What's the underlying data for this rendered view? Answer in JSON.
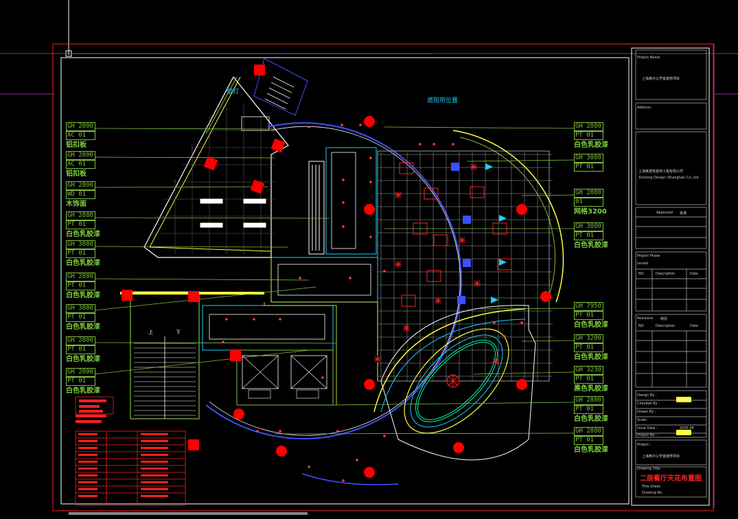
{
  "labels": [
    {
      "code1": "GH 2800",
      "code2": "AC 01",
      "mat": "铝扣板"
    },
    {
      "code1": "GH 2800",
      "code2": "AC 01",
      "mat": "铝扣板"
    },
    {
      "code1": "GH 2800",
      "code2": "WD 01",
      "mat": "木饰面"
    },
    {
      "code1": "GH 2880",
      "code2": "PT 01",
      "mat": "白色乳胶漆"
    },
    {
      "code1": "GH 3080",
      "code2": "PT 01",
      "mat": "白色乳胶漆"
    },
    {
      "code1": "GH 2880",
      "code2": "PT 01",
      "mat": "白色乳胶漆"
    },
    {
      "code1": "GH 3080",
      "code2": "PT 01",
      "mat": "白色乳胶漆"
    },
    {
      "code1": "GH 2800",
      "code2": "PT 01",
      "mat": "白色乳胶漆"
    },
    {
      "code1": "GH 2800",
      "code2": "PT 01",
      "mat": "白色乳胶漆"
    }
  ],
  "right_labels": [
    {
      "code1": "GH 2880",
      "code2": "PT 01",
      "mat": "白色乳胶漆"
    },
    {
      "code1": "GH 3080",
      "code2": "PT 01",
      "mat": ""
    },
    {
      "code1": "GH 2880",
      "code2": "01",
      "mat": "网格3200"
    },
    {
      "code1": "GH 3000",
      "code2": "PT 01",
      "mat": "白色乳胶漆"
    },
    {
      "code1": "GH 7950",
      "code2": "PT 01",
      "mat": "白色乳胶漆"
    },
    {
      "code1": "GH 3200",
      "code2": "PT 01",
      "mat": "白色乳胶漆"
    },
    {
      "code1": "GH 3230",
      "code2": "PT 01",
      "mat": "黑色乳胶漆"
    },
    {
      "code1": "GH 2880",
      "code2": "PT 01",
      "mat": "白色乳胶漆"
    },
    {
      "code1": "GH 2880",
      "code2": "PT 01",
      "mat": "白色乳胶漆"
    }
  ],
  "notes": {
    "wall_lamp": "壁灯",
    "curtain": "遮阳帘位置"
  },
  "stair": {
    "up": "上",
    "down": "下"
  },
  "title_block": {
    "project_name_label": "Project Name",
    "project_name": "上海某办公学室装修项目",
    "address_label": "Address:",
    "company_cn": "上海某建筑装饰工程有限公司",
    "company_en": "Xinhong Design (Shanghai) Co.,Ltd",
    "approved": "Approved",
    "approved_cn": "批准",
    "project_phase": "Project Phase",
    "issued": "Issued",
    "col_no": "NO",
    "col_desc": "Description",
    "col_date": "Date",
    "revisions": "Revisions",
    "revisions_cn": "修改",
    "design_by": "Design By :",
    "checked_by": "Checked By :",
    "drawn_by": "Drawn By :",
    "scale": "Scale :",
    "issue_date": "Issue Date :",
    "issue_date_val": "2005.04",
    "project_no": "Project No. :",
    "project_label": "Project :",
    "project_val": "上海某办公学室装修项目",
    "drawing_title_label": "Drawing Title:",
    "drawing_title": "二层餐厅天花布置图",
    "title_sheet": "Title Sheet",
    "drawing_no": "Drawing No."
  },
  "colors": {
    "background": "#000000",
    "frame": "#ff2020",
    "wall": "#ffffff",
    "green": "#7fbf3f",
    "cyan": "#19d0ff",
    "blue": "#3c50ff",
    "red": "#ff0000",
    "yellow": "#ffff40",
    "magenta": "#c040c0"
  }
}
